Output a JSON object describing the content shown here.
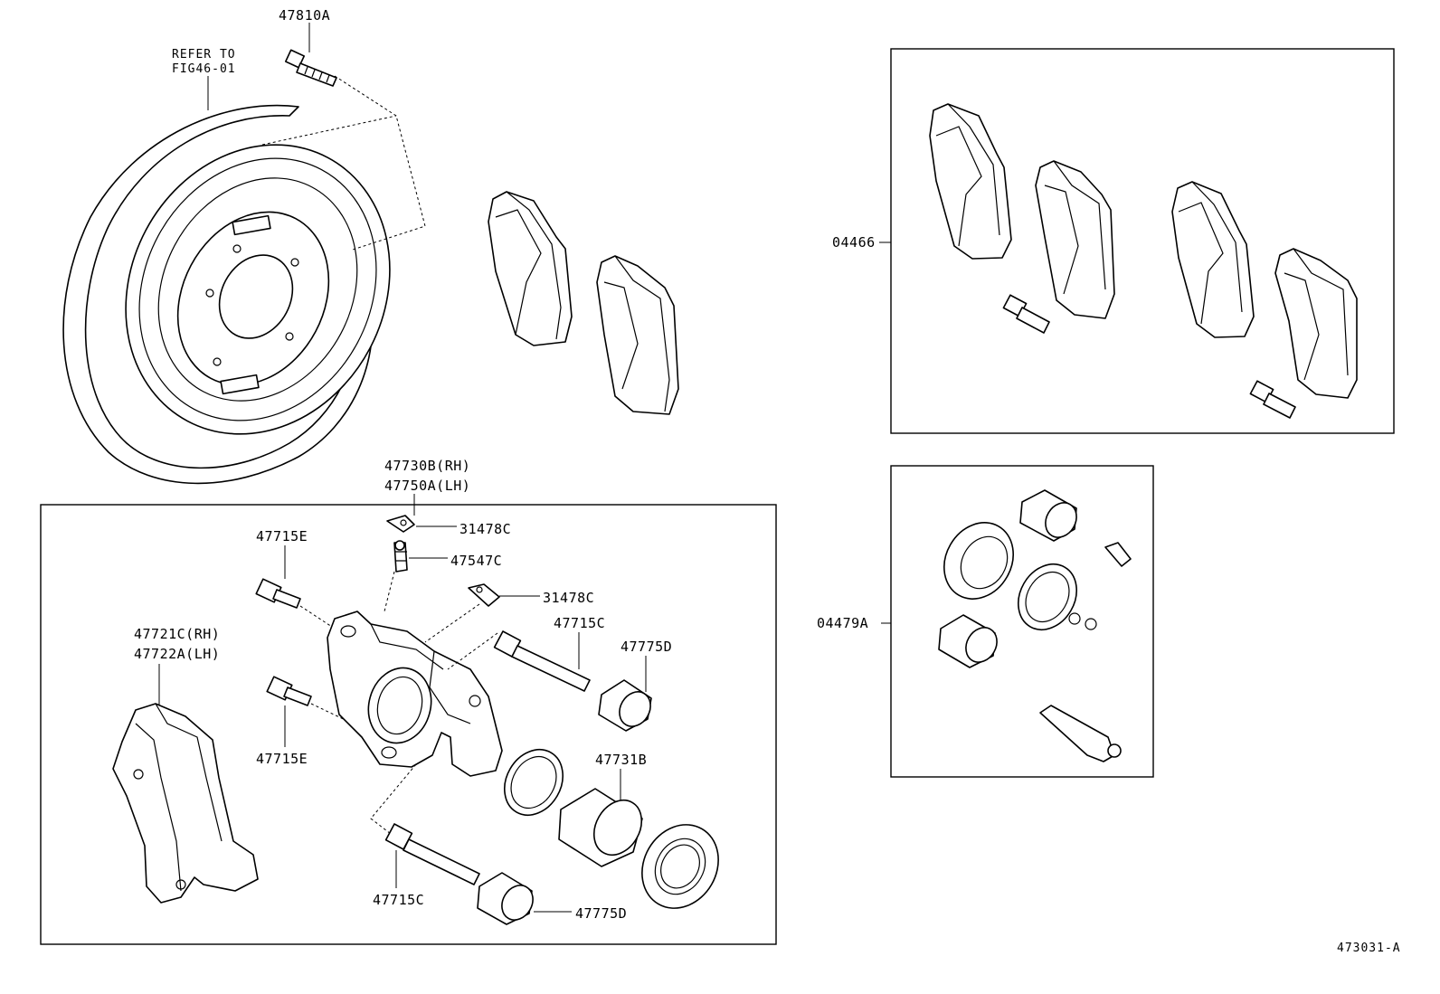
{
  "figure_id": "473031-A",
  "notes": {
    "refer_line1": "REFER TO",
    "refer_line2": "FIG46-01"
  },
  "callouts": {
    "bolt_top": "47810A",
    "caliper_rh": "47730B(RH)",
    "caliper_lh": "47750A(LH)",
    "dust_cap_upper": "31478C",
    "bleeder": "47547C",
    "dust_cap_lower": "31478C",
    "bolt_upper_left": "47715E",
    "bolt_lower_left": "47715E",
    "pin_upper": "47715C",
    "pin_lower": "47715C",
    "boot_upper": "47775D",
    "boot_lower": "47775D",
    "mount_rh": "47721C(RH)",
    "mount_lh": "47722A(LH)",
    "piston": "47731B",
    "pad_kit": "04466",
    "seal_kit": "04479A"
  }
}
